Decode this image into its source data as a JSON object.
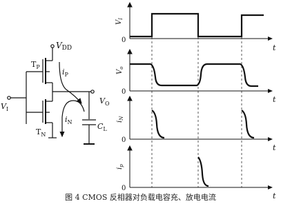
{
  "circuit": {
    "vdd": "V",
    "vdd_sub": "DD",
    "tp": "T",
    "tp_sub": "P",
    "ip": "i",
    "ip_sub": "P",
    "vo": "V",
    "vo_sub": "O",
    "vi": "V",
    "vi_sub": "I",
    "in": "i",
    "in_sub": "N",
    "tn": "T",
    "tn_sub": "N",
    "cl": "C",
    "cl_sub": "L"
  },
  "plots": {
    "p1": {
      "ylabel": "V",
      "ylabel_sub": "I",
      "origin": "0",
      "xlabel": "t"
    },
    "p2": {
      "ylabel": "V",
      "ylabel_sub": "o",
      "origin": "0",
      "xlabel": "t"
    },
    "p3": {
      "ylabel": "i",
      "ylabel_sub": "N",
      "origin": "0",
      "xlabel": "t"
    },
    "p4": {
      "ylabel": "i",
      "ylabel_sub": "p",
      "origin": "0",
      "xlabel": "t"
    }
  },
  "caption": "图 4 CMOS 反相器对负载电容充、放电电流"
}
